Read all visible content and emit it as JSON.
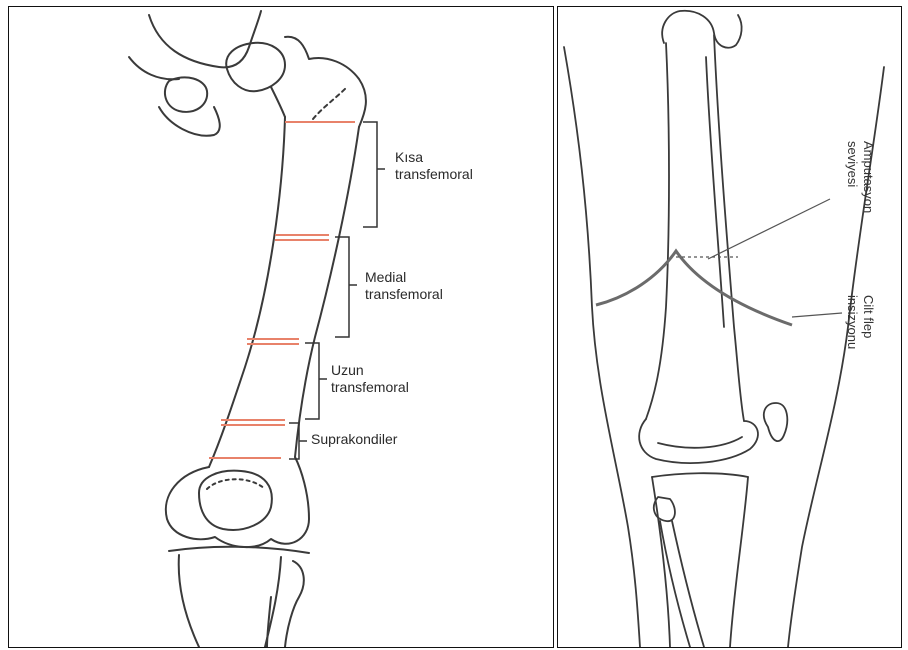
{
  "left_figure": {
    "levels": [
      {
        "line1": "Kısa",
        "line2": "transfemoral"
      },
      {
        "line1": "Medial",
        "line2": "transfemoral"
      },
      {
        "line1": "Uzun",
        "line2": "transfemoral"
      },
      {
        "line1": "Suprakondiler",
        "line2": ""
      }
    ],
    "cut_line_color": "#e8826a",
    "bracket_color": "#333333"
  },
  "right_figure": {
    "amputation_label": {
      "line1": "Amputasyon",
      "line2": "seviyesi"
    },
    "incision_label": {
      "line1": "Cilt flep",
      "line2": "insizyonu"
    },
    "incision_color": "#6b6b6b"
  }
}
